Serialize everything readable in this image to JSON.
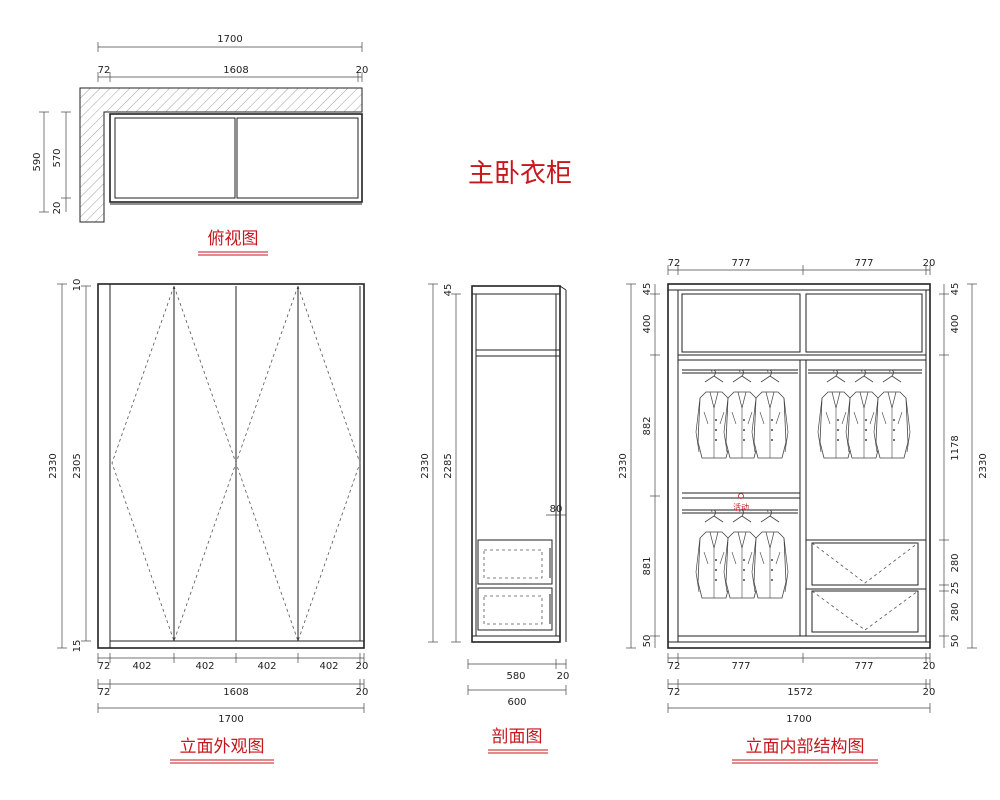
{
  "main_title": "主卧衣柜",
  "plan_view": {
    "title": "俯视图",
    "dims": {
      "total_width": "1700",
      "left": "72",
      "middle": "1608",
      "right": "20",
      "depth_total": "590",
      "depth_inner": "570",
      "depth_bottom": "20"
    }
  },
  "elevation_exterior": {
    "title": "立面外观图",
    "dims": {
      "height_total": "2330",
      "height_door": "2305",
      "top": "10",
      "bottom": "15",
      "door1": "402",
      "door2": "402",
      "door3": "402",
      "door4": "402",
      "left": "72",
      "right": "20",
      "inner_width": "1608",
      "total_width": "1700"
    }
  },
  "section_view": {
    "title": "剖面图",
    "dims": {
      "height_total": "2330",
      "height_inner": "2285",
      "top": "45",
      "drawer_gap": "80",
      "depth_inner": "580",
      "back": "20",
      "depth_total": "600"
    }
  },
  "elevation_interior": {
    "title": "立面内部结构图",
    "red_note": "活动",
    "dims": {
      "left": "72",
      "bay1": "777",
      "bay2": "777",
      "right": "20",
      "inner_width": "1572",
      "total_width": "1700",
      "top": "45",
      "top_cab": "400",
      "hang_upper": "882",
      "hang_lower": "881",
      "bottom": "50",
      "height_total_left": "2330",
      "r_top": "45",
      "r_cab": "400",
      "r_hang": "1178",
      "r_drawer1": "280",
      "r_gap": "25",
      "r_drawer2": "280",
      "r_bottom": "50",
      "height_total_right": "2330"
    }
  }
}
